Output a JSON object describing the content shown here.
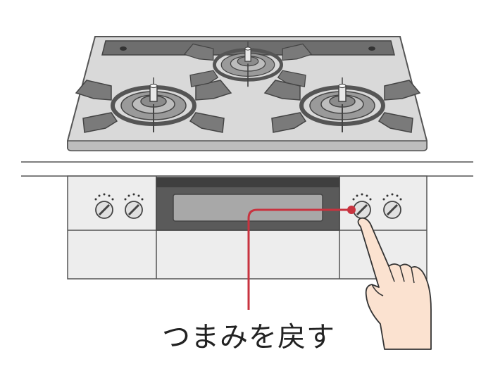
{
  "caption": "つまみを戻す",
  "colors": {
    "outline": "#555555",
    "cooktop_top": "#d9d9d9",
    "cooktop_dark": "#6e6e6e",
    "grate": "#7a7a7a",
    "cabinet": "#ededed",
    "panel_dark": "#5a5a5a",
    "window": "#a8a8a8",
    "accent_red": "#c8333f",
    "skin": "#fbe2d0"
  },
  "icons": [
    "gas-cooktop",
    "burner-knob",
    "pointing-hand"
  ]
}
